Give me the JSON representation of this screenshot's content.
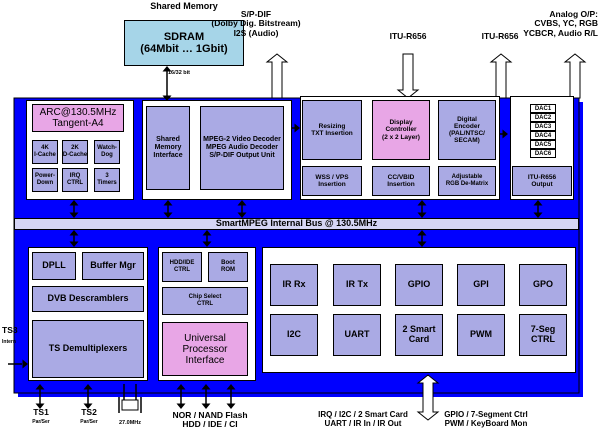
{
  "title": "Shared Memory",
  "sdram": "SDRAM\n(64Mbit … 1Gbit)",
  "bus_width_label": "16/32 bit",
  "top_labels": {
    "spdif": "S/P-DIF\n(Dolby Dig. Bitstream)\nI2S (Audio)",
    "itu_in": "ITU-R656",
    "itu_out": "ITU-R656",
    "analog": "Analog O/P:\nCVBS, YC, RGB\nYCBCR, Audio R/L"
  },
  "cpu": {
    "title": "ARC@130.5MHz\nTangent-A4",
    "blocks": [
      "4K\nI-Cache",
      "2K\nD-Cache",
      "Watch-\nDog",
      "Power-\nDown",
      "IRQ\nCTRL",
      "3\nTimers"
    ]
  },
  "smi": "Shared\nMemory\nInterface",
  "mpeg": "MPEG-2 Video Decoder\nMPEG Audio Decoder\nS/P-DIF Output Unit",
  "video": {
    "resizing": "Resizing\nTXT Insertion",
    "display": "Display\nController\n(2 x 2 Layer)",
    "encoder": "Digital\nEncoder\n(PAL/NTSC/\nSECAM)",
    "wss": "WSS / VPS\nInsertion",
    "cc": "CC/VBID\nInsertion",
    "rgb": "Adjustable\nRGB De-Matrix"
  },
  "dacs": [
    "DAC1",
    "DAC2",
    "DAC3",
    "DAC4",
    "DAC5",
    "DAC6"
  ],
  "itu_output": "ITU-R656\nOutput",
  "bus": "SmartMPEG Internal Bus @ 130.5MHz",
  "transport": {
    "dpll": "DPLL",
    "buffer": "Buffer Mgr",
    "dvb": "DVB Descramblers",
    "ts": "TS Demultiplexers"
  },
  "memif": {
    "hdd": "HDD/IDE\nCTRL",
    "boot": "Boot\nROM",
    "chip": "Chip Select\nCTRL",
    "upi": "Universal\nProcessor\nInterface"
  },
  "periph": [
    "IR Rx",
    "IR Tx",
    "GPIO",
    "GPI",
    "GPO",
    "I2C",
    "UART",
    "2 Smart\nCard",
    "PWM",
    "7-Seg\nCTRL"
  ],
  "bottom": {
    "ts3": "TS3",
    "ts3_sub": "Intern",
    "ts1": "TS1",
    "ts1_sub": "Par/Ser",
    "ts2": "TS2",
    "ts2_sub": "Par/Ser",
    "crystal": "27.0MHz",
    "nor": "NOR / NAND Flash\nHDD / IDE / CI",
    "irq": "IRQ / I2C / 2 Smart Card\nUART / IR In / IR Out",
    "gpio": "GPIO / 7-Segment Ctrl\nPWM / KeyBoard Mon"
  },
  "colors": {
    "outer": "#0000ff",
    "block": "#aaaae4",
    "highlight": "#e8a6e6",
    "sdram": "#a6d5e8",
    "bus": "#d5d5f5"
  }
}
